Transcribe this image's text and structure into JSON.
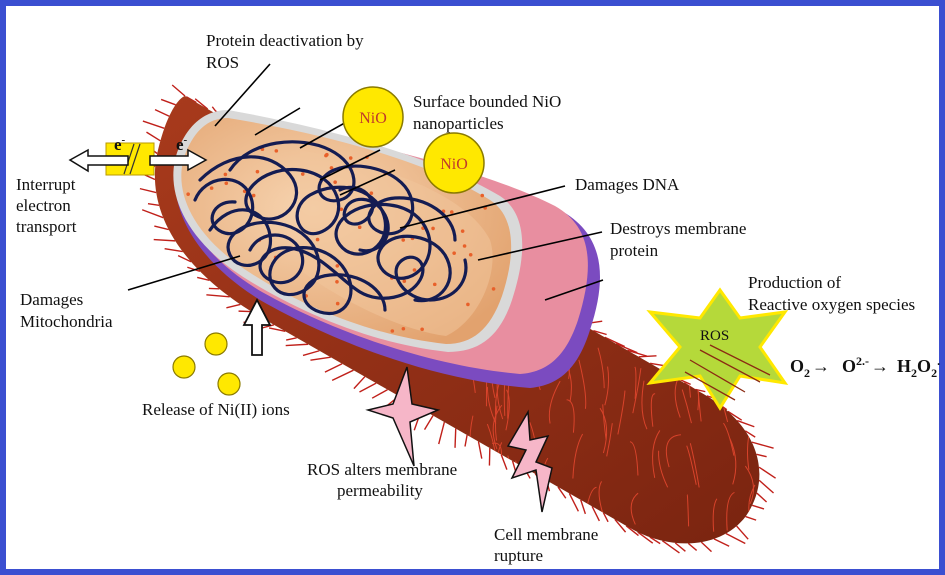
{
  "colors": {
    "frame": "#3b4fd1",
    "outer_membrane": "#8b2a12",
    "cytoplasm": "#e3a878",
    "inner_membrane": "#d9d9d9",
    "nucleoid": "#141c52",
    "damaged_membrane": "#7b4bc0",
    "nanoparticle": "#ffe800",
    "ros_star": "#b5d93a",
    "lightning": "#f6b6c8"
  },
  "labels": {
    "protein_deactivation_1": "Protein deactivation by",
    "protein_deactivation_2": "ROS",
    "surface_nio_1": "Surface bounded NiO",
    "surface_nio_2": "nanoparticles",
    "damages_dna": "Damages DNA",
    "destroys_membrane_1": "Destroys membrane",
    "destroys_membrane_2": "protein",
    "production_1": "Production of",
    "production_2": "Reactive oxygen species",
    "interrupt_1": "Interrupt",
    "interrupt_2": "electron",
    "interrupt_3": "transport",
    "mito_1": "Damages",
    "mito_2": "Mitochondria",
    "release": "Release of Ni(II) ions",
    "ros_alters_1": "ROS alters membrane",
    "ros_alters_2": "permeability",
    "rupture_1": "Cell membrane",
    "rupture_2": "rupture",
    "ros_star": "ROS",
    "nio_a": "NiO",
    "nio_b": "NiO",
    "electron_a": "e",
    "electron_b": "e",
    "electron_sup": "-"
  },
  "equation": {
    "o2": "O",
    "o2_sub": "2",
    "arrow1": "→",
    "superoxide": "O",
    "superoxide_sup": "2.-",
    "arrow2": "→",
    "peroxide": "H",
    "peroxide_sub1": "2",
    "peroxide_o": "O",
    "peroxide_sub2": "2",
    "peroxide_sup": "."
  }
}
